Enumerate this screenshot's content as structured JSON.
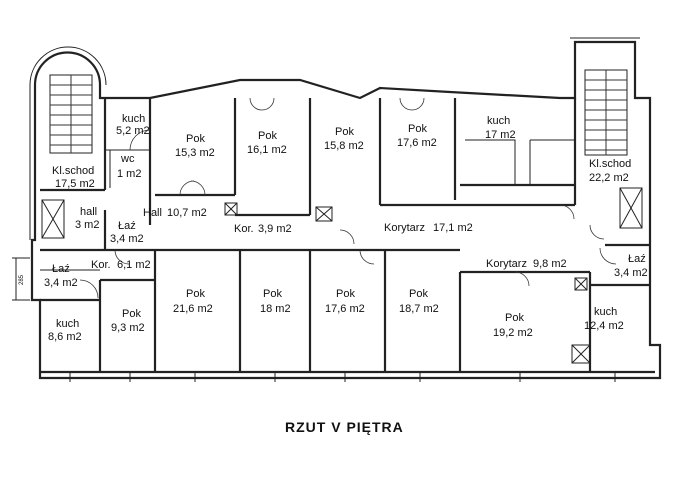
{
  "title": "RZUT V PIĘTRA",
  "rooms": [
    {
      "key": "kuch_5",
      "name": "kuch",
      "area": "5,2 m2"
    },
    {
      "key": "wc",
      "name": "wc",
      "area": "1 m2"
    },
    {
      "key": "pok_153",
      "name": "Pok",
      "area": "15,3 m2"
    },
    {
      "key": "pok_161",
      "name": "Pok",
      "area": "16,1 m2"
    },
    {
      "key": "pok_158",
      "name": "Pok",
      "area": "15,8 m2"
    },
    {
      "key": "pok_176a",
      "name": "Pok",
      "area": "17,6 m2"
    },
    {
      "key": "kuch_17",
      "name": "kuch",
      "area": "17 m2"
    },
    {
      "key": "klsch_l",
      "name": "Kl.schod",
      "area": "17,5 m2"
    },
    {
      "key": "klsch_r",
      "name": "Kl.schod",
      "area": "22,2 m2"
    },
    {
      "key": "hall_3",
      "name": "hall",
      "area": "3 m2"
    },
    {
      "key": "laz_l1",
      "name": "Łaź",
      "area": "3,4 m2"
    },
    {
      "key": "hall_107",
      "name": "Hall",
      "area": "10,7 m2"
    },
    {
      "key": "kor_39",
      "name": "Kor.",
      "area": "3,9 m2"
    },
    {
      "key": "kor_171",
      "name": "Korytarz",
      "area": "17,1 m2"
    },
    {
      "key": "laz_l2",
      "name": "Łaź",
      "area": "3,4 m2"
    },
    {
      "key": "kor_61",
      "name": "Kor.",
      "area": "6,1 m2"
    },
    {
      "key": "kor_98",
      "name": "Korytarz",
      "area": "9,8 m2"
    },
    {
      "key": "laz_r",
      "name": "Łaź",
      "area": "3,4 m2"
    },
    {
      "key": "kuch_86",
      "name": "kuch",
      "area": "8,6 m2"
    },
    {
      "key": "pok_93",
      "name": "Pok",
      "area": "9,3 m2"
    },
    {
      "key": "pok_216",
      "name": "Pok",
      "area": "21,6 m2"
    },
    {
      "key": "pok_18",
      "name": "Pok",
      "area": "18 m2"
    },
    {
      "key": "pok_176b",
      "name": "Pok",
      "area": "17,6 m2"
    },
    {
      "key": "pok_187",
      "name": "Pok",
      "area": "18,7 m2"
    },
    {
      "key": "pok_192",
      "name": "Pok",
      "area": "19,2 m2"
    },
    {
      "key": "kuch_124",
      "name": "kuch",
      "area": "12,4 m2"
    }
  ],
  "dimension_mark": "285"
}
